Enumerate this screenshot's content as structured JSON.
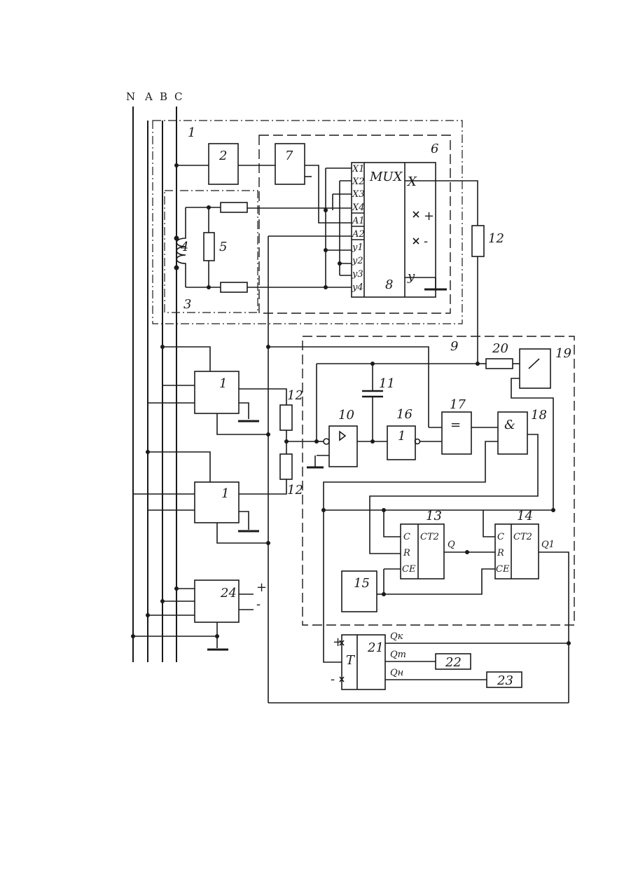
{
  "buses": [
    "N",
    "A",
    "B",
    "C"
  ],
  "dashed_region_labels": {
    "region1": "1",
    "region3": "3",
    "region6": "6",
    "region9": "9"
  },
  "blocks": {
    "b2": "2",
    "b7": "7",
    "b8": "8",
    "b1_upper": "1",
    "b1_lower": "1",
    "b10": "10",
    "b16": "1",
    "b16_num": "16",
    "b17": "=",
    "b17_num": "17",
    "b18": "&",
    "b18_num": "18",
    "b19": "19",
    "b20": "20",
    "b11": "11",
    "b12_top": "12",
    "b12_mid": "12",
    "b12_low": "12",
    "b15": "15",
    "b22": "22",
    "b23": "23",
    "b24": "24",
    "b4": "4",
    "b5": "5",
    "b13": "13",
    "b14": "14",
    "b21": "21"
  },
  "mux": {
    "title": "MUX",
    "inputs": [
      "X1",
      "X2",
      "X3",
      "X4",
      "A1",
      "A2",
      "y1",
      "y2",
      "y3",
      "y4"
    ],
    "out_x": "X",
    "out_y": "y",
    "plus_pin": "+",
    "minus_pin": "-"
  },
  "counter13": {
    "c": "C",
    "r": "R",
    "ce": "CE",
    "type": "CT2",
    "out": "Q"
  },
  "counter14": {
    "c": "C",
    "r": "R",
    "ce": "CE",
    "type": "CT2",
    "out": "Q1"
  },
  "trigger21": {
    "t": "T",
    "plus": "+",
    "minus": "-",
    "q_k": "Qк",
    "q_m": "Qm",
    "q_n": "Qн"
  },
  "supply24": {
    "plus": "+",
    "minus": "-"
  }
}
